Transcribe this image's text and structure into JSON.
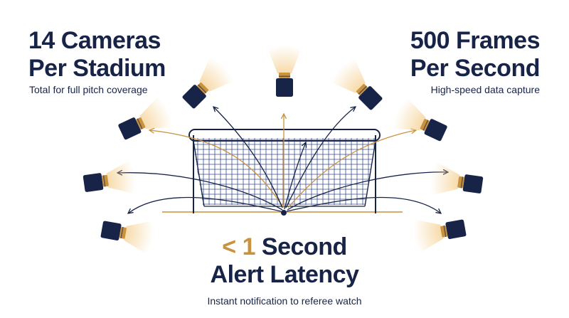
{
  "stats": {
    "left": {
      "line1": "14 Cameras",
      "line2": "Per Stadium",
      "subtitle": "Total for full pitch coverage"
    },
    "right": {
      "line1": "500 Frames",
      "line2": "Per Second",
      "subtitle": "High-speed data capture"
    },
    "center": {
      "accent": "< 1",
      "line1_rest": " Second",
      "line2": "Alert Latency",
      "subtitle": "Instant notification to referee watch"
    }
  },
  "colors": {
    "navy": "#182447",
    "gold": "#c8923e",
    "beam": "#f3c980",
    "background": "#ffffff"
  },
  "icons": [
    "camera-icon",
    "goal-icon",
    "ball-icon"
  ]
}
